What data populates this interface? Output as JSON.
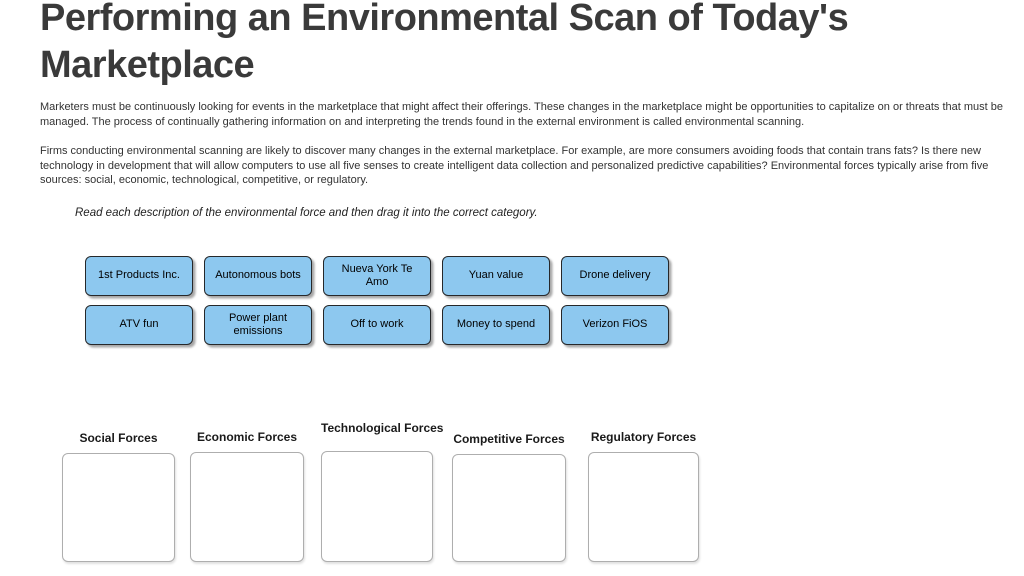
{
  "header": {
    "title": "Performing an Environmental Scan of Today's Marketplace"
  },
  "intro": {
    "paragraph1": "Marketers must be continuously looking for events in the marketplace that might affect their offerings. These changes in the marketplace might be opportunities to capitalize on or threats that must be managed. The process of continually gathering information on and interpreting the trends found in the external environment is called environmental scanning.",
    "paragraph2": "Firms conducting environmental scanning are likely to discover many changes in the external marketplace. For example, are more consumers avoiding foods that contain trans fats? Is there new technology in development that will allow computers to use all five senses to create intelligent data collection and personalized predictive capabilities? Environmental forces typically arise from five sources: social, economic, technological, competitive, or regulatory.",
    "instruction": "Read each description of the environmental force and then drag it into the correct category."
  },
  "chips": [
    {
      "label": "1st Products Inc."
    },
    {
      "label": "Autonomous bots"
    },
    {
      "label": "Nueva York Te Amo"
    },
    {
      "label": "Yuan value"
    },
    {
      "label": "Drone delivery"
    },
    {
      "label": "ATV fun"
    },
    {
      "label": "Power plant emissions"
    },
    {
      "label": "Off to work"
    },
    {
      "label": "Money to spend"
    },
    {
      "label": "Verizon FiOS"
    }
  ],
  "categories": [
    {
      "label": "Social Forces"
    },
    {
      "label": "Economic Forces"
    },
    {
      "label": "Technological Forces"
    },
    {
      "label": "Competitive Forces"
    },
    {
      "label": "Regulatory Forces"
    }
  ],
  "colors": {
    "chip_fill": "#8dc8ef",
    "chip_border": "#26282a",
    "title": "#3a3a3a",
    "body_text": "#333333",
    "dropzone_border": "#aeaeae"
  }
}
